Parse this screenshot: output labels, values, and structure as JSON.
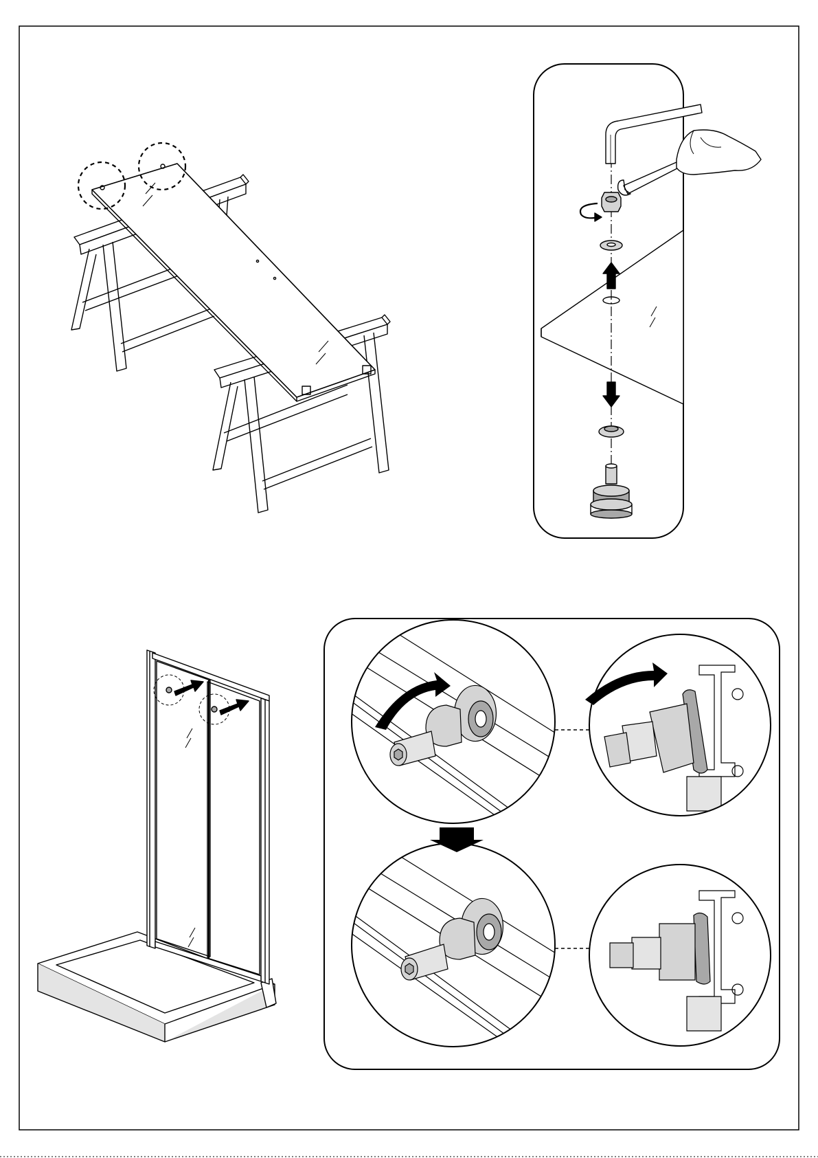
{
  "document": {
    "type": "assembly-instruction-sheet",
    "text_content": []
  },
  "figures": [
    {
      "id": "glass-on-trestles",
      "icon": "glass-panel-on-trestles"
    },
    {
      "id": "roller-bolt-exploded",
      "icon": "roller-bolt-exploded-view"
    },
    {
      "id": "shower-enclosure",
      "icon": "shower-door-enclosure"
    },
    {
      "id": "roller-track-detail",
      "icon": "roller-track-detail"
    }
  ],
  "colors": {
    "line": "#000000",
    "paper": "#ffffff",
    "part_fill": "#d4d4d4",
    "part_dark": "#a8a8a8"
  }
}
